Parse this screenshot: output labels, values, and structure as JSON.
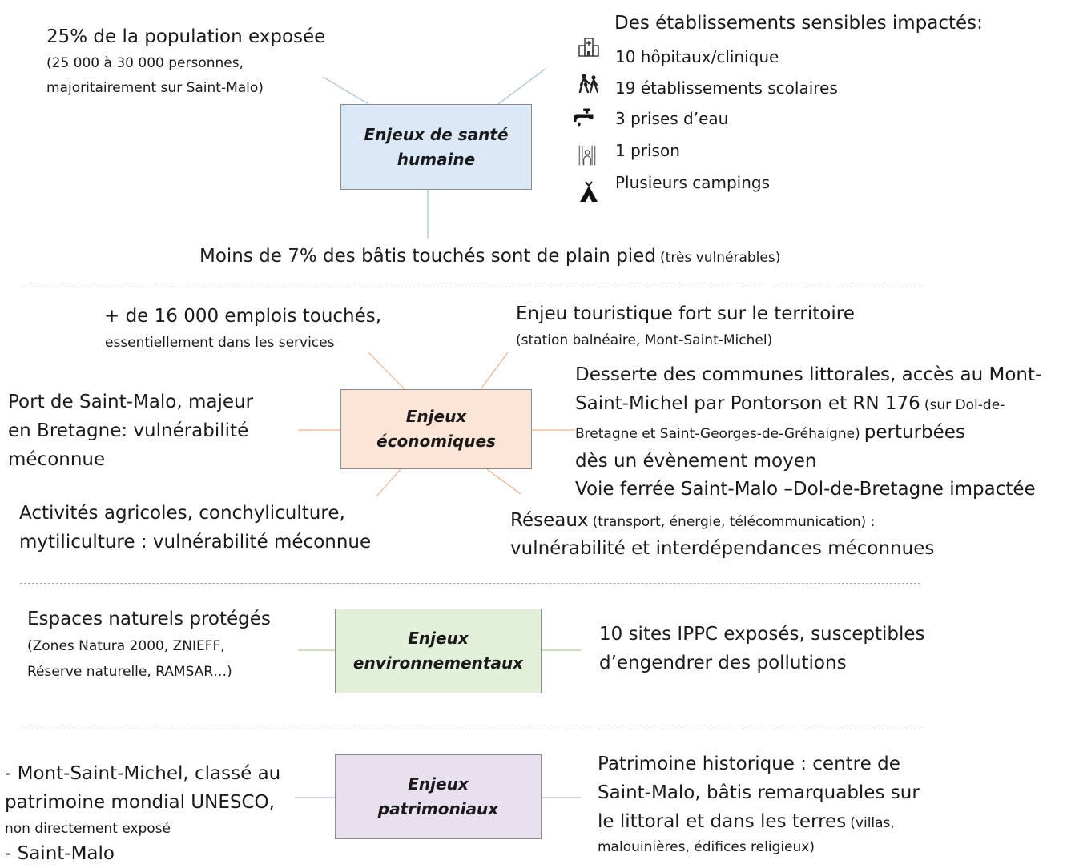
{
  "sante": {
    "box": "Enjeux de santé\nhumaine",
    "population_l1": "25% de la population exposée",
    "population_l2": "(25 000 à 30 000 personnes,",
    "population_l3": "majoritairement sur Saint-Malo)",
    "etab_title": "Des établissements sensibles impactés:",
    "etab_items": [
      "10 hôpitaux/clinique",
      "19 établissements scolaires",
      "3 prises d’eau",
      "1 prison",
      "Plusieurs campings"
    ],
    "bati_main": "Moins de 7% des bâtis touchés sont de plain pied",
    "bati_small": "(très vulnérables)"
  },
  "eco": {
    "box": "Enjeux\néconomiques",
    "emplois_l1": "+ de 16 000 emplois touchés,",
    "emplois_l2": "essentiellement dans les services",
    "touris_l1": "Enjeu touristique fort sur le territoire",
    "touris_l2": "(station balnéaire, Mont-Saint-Michel)",
    "port_l1": "Port de Saint-Malo, majeur",
    "port_l2": "en Bretagne: vulnérabilité",
    "port_l3": "méconnue",
    "desserte_l1": "Desserte des communes littorales, accès au Mont-",
    "desserte_l2": "Saint-Michel par Pontorson et RN 176",
    "desserte_l2s": "(sur Dol-de-",
    "desserte_l3s": "Bretagne et Saint-Georges-de-Gréhaigne)",
    "desserte_l3": "perturbées",
    "desserte_l4": "dès un évènement moyen",
    "desserte_l5": "Voie ferrée Saint-Malo –Dol-de-Bretagne impactée",
    "agri_l1": "Activités agricoles, conchyliculture,",
    "agri_l2": "mytiliculture : vulnérabilité méconnue",
    "reseaux_l1a": "Réseaux",
    "reseaux_l1b": "(transport, énergie, télécommunication) :",
    "reseaux_l2": "vulnérabilité et interdépendances méconnues"
  },
  "env": {
    "box": "Enjeux\nenvironnementaux",
    "espaces_l1": "Espaces naturels protégés",
    "espaces_l2": "(Zones Natura 2000, ZNIEFF,",
    "espaces_l3": "Réserve naturelle, RAMSAR…)",
    "ippc_l1": "10 sites IPPC exposés, susceptibles",
    "ippc_l2": "d’engendrer des pollutions"
  },
  "patri": {
    "box": "Enjeux\npatrimoniaux",
    "msm_l1": "- Mont-Saint-Michel, classé au",
    "msm_l2": "patrimoine mondial UNESCO,",
    "msm_l3": "non directement exposé",
    "msm_l4": "- Saint-Malo",
    "hist_l1": "Patrimoine historique : centre de",
    "hist_l2": "Saint-Malo, bâtis remarquables sur",
    "hist_l3": "le littoral et dans les terres",
    "hist_l3s": "(villas,",
    "hist_l4": "malouinières, édifices religieux)"
  },
  "colors": {
    "sante": "#dae8f7",
    "eco": "#fbe5d6",
    "env": "#e2f0d9",
    "patri": "#e8e0ef",
    "line_blue": "#9dc3e6",
    "line_orange": "#f4b183",
    "line_green": "#a9d18e",
    "line_purple": "#c5b3d9"
  },
  "icons": [
    "hospital-icon",
    "school-children-icon",
    "water-tap-icon",
    "prison-icon",
    "tent-icon"
  ]
}
